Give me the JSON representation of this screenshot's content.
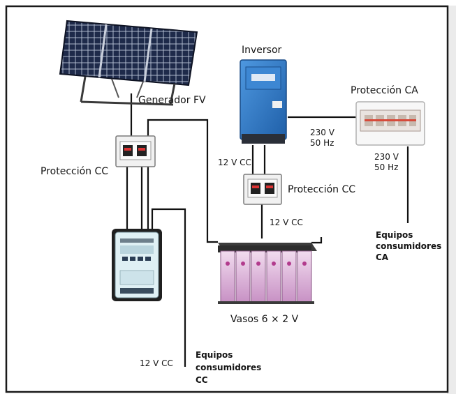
{
  "labels": {
    "generator": "Generador FV",
    "inverter": "Inversor",
    "protection_ca": "Protección CA",
    "protection_cc_left": "Protección CC",
    "protection_cc_mid": "Protección CC",
    "voltage_inverter_out_1": "230 V",
    "voltage_inverter_out_2": "50 Hz",
    "voltage_ca_out_1": "230 V",
    "voltage_ca_out_2": "50 Hz",
    "dc_12v_inverter": "12 V CC",
    "dc_12v_battery": "12 V CC",
    "dc_12v_load": "12 V CC",
    "batteries": "Vasos 6 × 2 V",
    "loads_ca": [
      "Equipos",
      "consumidores",
      "CA"
    ],
    "loads_cc": [
      "Equipos",
      "consumidores",
      "CC"
    ]
  },
  "colors": {
    "frame": "#1a1a1a",
    "wire": "#111111",
    "inverter_blue": "#2f79c6",
    "battery_pink": "#d9a8d6",
    "panel_dark": "#1f2a44",
    "page_bg": "#ffffff",
    "side_tint": "#eeeeee"
  },
  "icons": {
    "solar_panel": "solar-panel-icon",
    "inverter": "inverter-icon",
    "protection_box": "breaker-box-icon",
    "charge_controller": "charge-controller-icon",
    "battery_bank": "battery-bank-icon"
  }
}
